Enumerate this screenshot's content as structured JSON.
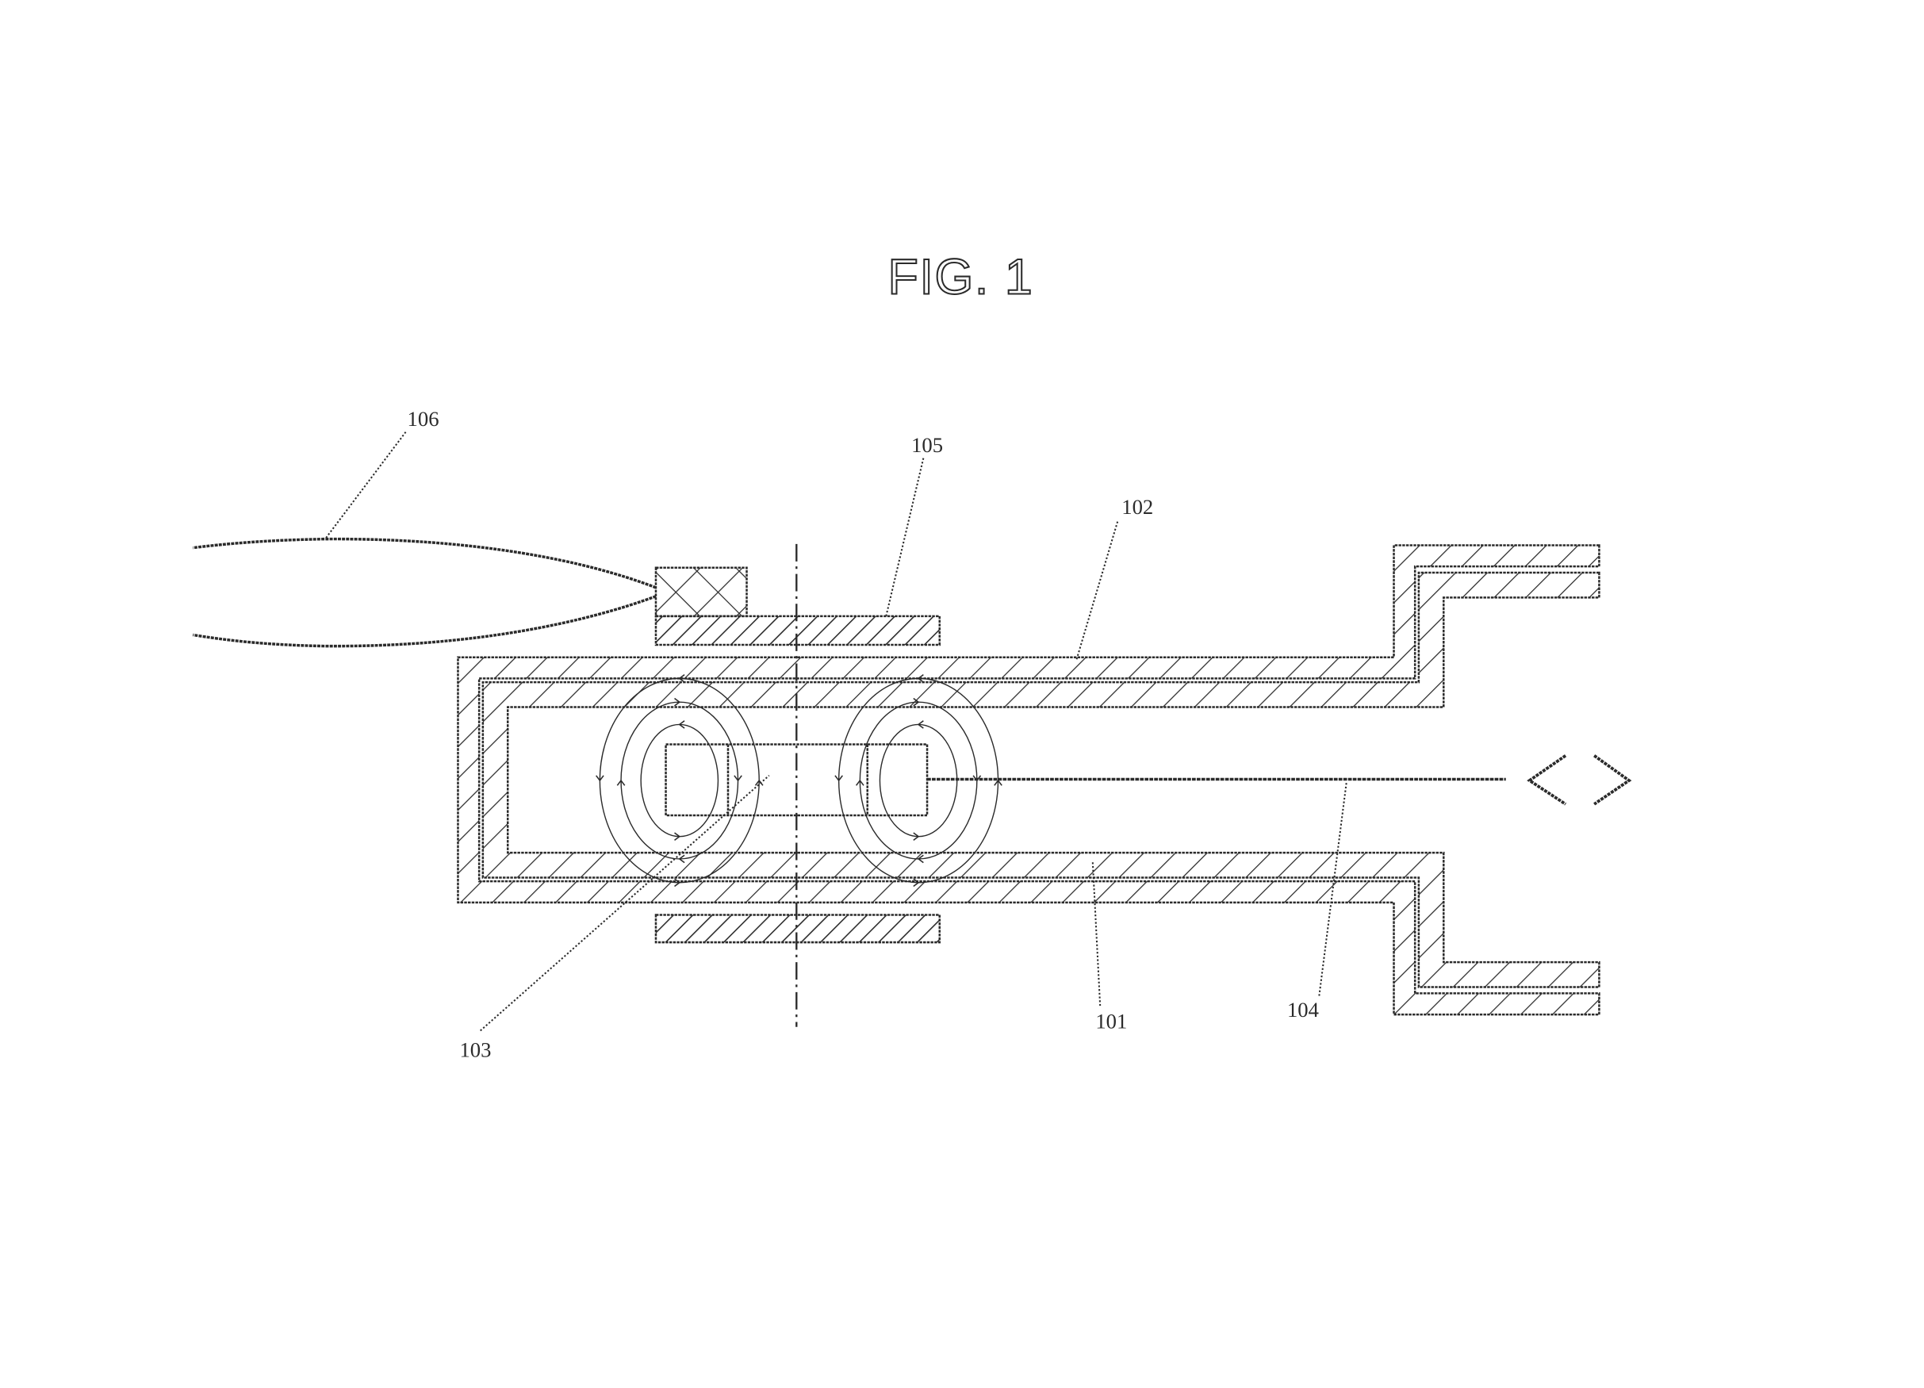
{
  "figure": {
    "title": "FIG. 1"
  },
  "reference_numerals": {
    "r106": "106",
    "r105": "105",
    "r102": "102",
    "r103": "103",
    "r101": "101",
    "r104": "104"
  },
  "colors": {
    "ink": "#2b2b2b",
    "paper": "#ffffff"
  }
}
